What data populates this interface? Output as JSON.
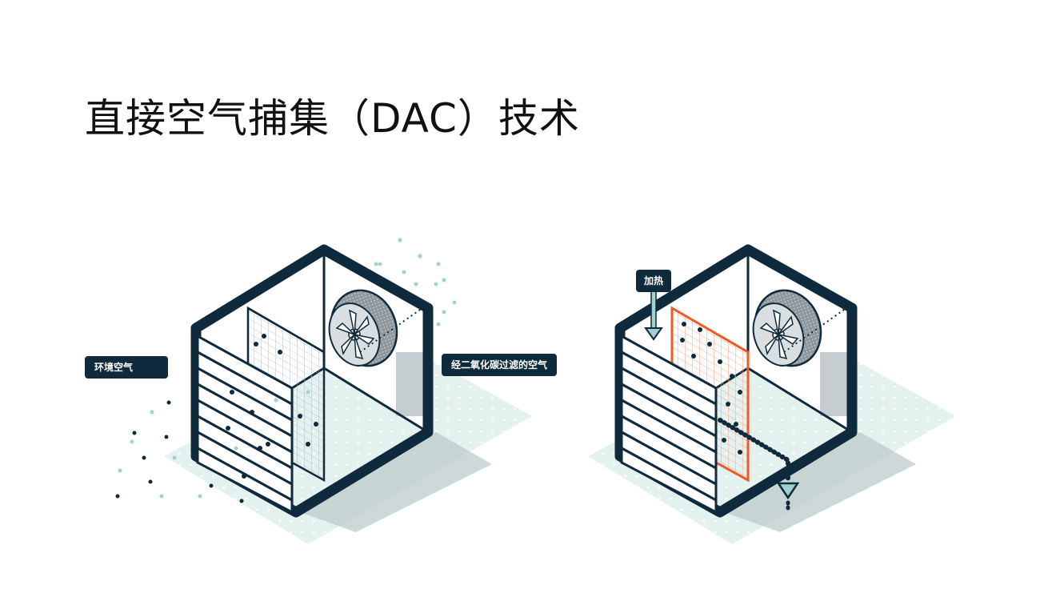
{
  "title": "直接空气捕集（DAC）技术",
  "labels": {
    "ambient_air": "环境空气",
    "filtered_air": "经二氧化碳过滤的空气",
    "heat": "加热"
  },
  "colors": {
    "frame": "#0f2a3c",
    "teal_dot": "#9fd3cf",
    "ground": "#e3f1ef",
    "shadow": "#b9c7c9",
    "heated_filter": "#f05a28"
  }
}
